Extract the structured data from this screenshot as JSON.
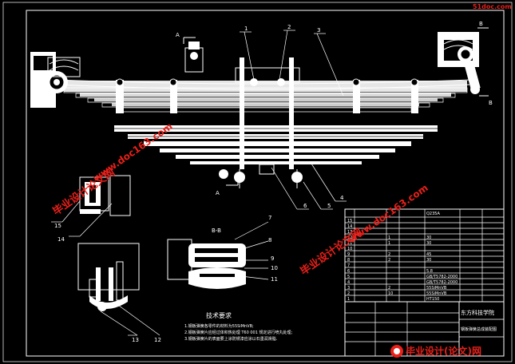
{
  "drawing": {
    "section_a_left": "A",
    "section_a_right": "A",
    "section_b_top": "B",
    "section_b_right": "B",
    "section_view_title": "B-B",
    "balloons": [
      "1",
      "2",
      "3",
      "4",
      "5",
      "6",
      "7",
      "8",
      "9",
      "10",
      "11",
      "12",
      "13",
      "14",
      "15"
    ]
  },
  "tech": {
    "title": "技术要求",
    "notes": [
      "1.钢板弹簧各零件的材料为55SiMnVB;",
      "2.钢板弹簧片应经过体积热处理 T60 001 规定进行喷丸处理;",
      "3.钢板弹簧片的表面要上涂防锈漆应涂以石墨润滑脂."
    ]
  },
  "bom": {
    "header": "Q235A",
    "rows": [
      {
        "no": "15",
        "spec": "",
        "qty": "",
        "mat": ""
      },
      {
        "no": "14",
        "spec": "",
        "qty": "",
        "mat": ""
      },
      {
        "no": "13",
        "spec": "",
        "qty": "",
        "mat": ""
      },
      {
        "no": "12",
        "spec": "",
        "qty": "1",
        "mat": "30"
      },
      {
        "no": "11",
        "spec": "",
        "qty": "1",
        "mat": "30"
      },
      {
        "no": "10",
        "spec": "",
        "qty": "",
        "mat": ""
      },
      {
        "no": "9",
        "spec": "",
        "qty": "2",
        "mat": "45"
      },
      {
        "no": "8",
        "spec": "",
        "qty": "2",
        "mat": "30"
      },
      {
        "no": "7",
        "spec": "",
        "qty": "",
        "mat": ""
      },
      {
        "no": "6",
        "spec": "",
        "qty": "",
        "mat": "5.8"
      },
      {
        "no": "5",
        "spec": "",
        "qty": "",
        "mat": "GB/T5782-2000"
      },
      {
        "no": "4",
        "spec": "",
        "qty": "",
        "mat": "GB/T5782-2000"
      },
      {
        "no": "3",
        "spec": "",
        "qty": "2",
        "mat": "55SiMnVB"
      },
      {
        "no": "2",
        "spec": "",
        "qty": "10",
        "mat": "55SiMnVB"
      },
      {
        "no": "1",
        "spec": "",
        "qty": "",
        "mat": "HT150"
      }
    ]
  },
  "titleblock": {
    "school": "东方科技学院",
    "drawing_name": "钢板弹簧总成装配图"
  },
  "watermark": {
    "main": "毕业设计论文网",
    "url_left": "www.doc163.com",
    "url_right": "www.doc163.com",
    "site": "51doc.com",
    "footer": "毕业设计(论文)网"
  },
  "colors": {
    "line": "#ffffff",
    "watermark": "#e8201a",
    "background": "#000000"
  }
}
